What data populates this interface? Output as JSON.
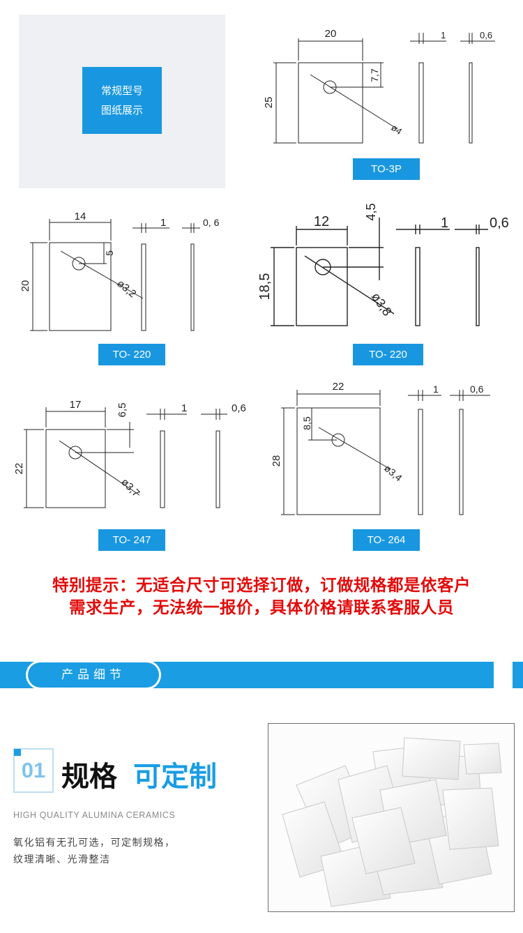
{
  "intro": {
    "line1": "常规型号",
    "line2": "图纸展示"
  },
  "drawings": [
    {
      "label": "TO-3P",
      "width_dim": "20",
      "height_dim": "25",
      "hole_offset": "7,7",
      "hole_dia": "ø4",
      "thick_dim": "1",
      "thin_dim": "0,6"
    },
    {
      "label": "TO- 220",
      "width_dim": "14",
      "height_dim": "20",
      "hole_offset": "5",
      "hole_dia": "ø3,2",
      "thick_dim": "1",
      "thin_dim": "0, 6"
    },
    {
      "label": "TO- 220",
      "width_dim": "12",
      "height_dim": "18,5",
      "hole_offset": "4,5",
      "hole_dia": "ø3,8",
      "thick_dim": "1",
      "thin_dim": "0,6"
    },
    {
      "label": "TO- 247",
      "width_dim": "17",
      "height_dim": "22",
      "hole_offset": "6,5",
      "hole_dia": "ø3,7",
      "thick_dim": "1",
      "thin_dim": "0,6"
    },
    {
      "label": "TO- 264",
      "width_dim": "22",
      "height_dim": "28",
      "hole_offset": "8,5",
      "hole_dia": "ø3,4",
      "thick_dim": "1",
      "thin_dim": "0,6"
    }
  ],
  "notice": {
    "line1": "特别提示：无适合尺寸可选择订做，订做规格都是依客户",
    "line2": "需求生产，无法统一报价，具体价格请联系客服人员"
  },
  "section_banner": {
    "label": "产品细节"
  },
  "feature": {
    "number": "01",
    "title_dark": "规格",
    "title_blue": "可定制",
    "subtitle": "HIGH QUALITY ALUMINA CERAMICS",
    "desc_line1": "氧化铝有无孔可选，可定制规格，",
    "desc_line2": "纹理清晰、光滑整洁"
  },
  "colors": {
    "accent": "#1a9de3",
    "notice": "#e30b0b",
    "panel": "#eef0f3"
  }
}
